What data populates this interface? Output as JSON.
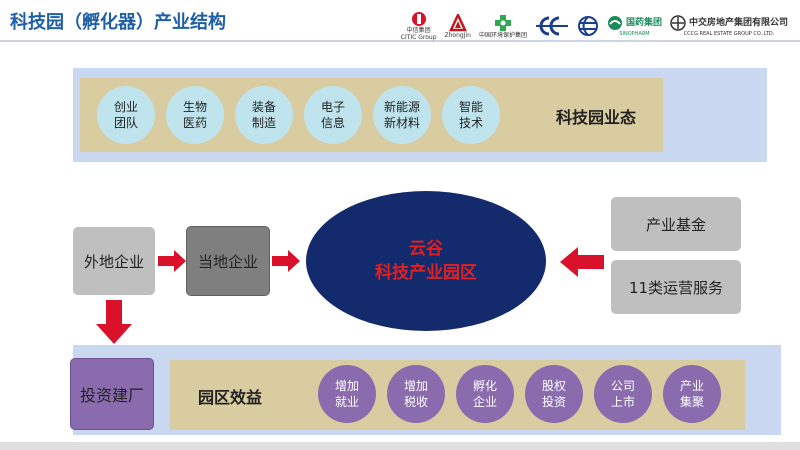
{
  "header": {
    "title": "科技园（孵化器）产业结构"
  },
  "logos": {
    "citic": "中信集团",
    "citic_en": "CITIC Group",
    "zhongjin": "ZhongJin",
    "green_cn": "中国环境保护集团",
    "sinopharm_cn": "国药集团",
    "sinopharm_en": "SINOPHARM",
    "cccg_cn": "中交房地产集团有限公司",
    "cccg_en": "CCCG REAL ESTATE GROUP CO.,LTD."
  },
  "top_section": {
    "label": "科技园业态",
    "items": [
      "创业\n团队",
      "生物\n医药",
      "装备\n制造",
      "电子\n信息",
      "新能源\n新材料",
      "智能\n技术"
    ]
  },
  "flow": {
    "outside_company": "外地企业",
    "local_company": "当地企业",
    "center_line1": "云谷",
    "center_line2": "科技产业园区",
    "industry_fund": "产业基金",
    "services": "11类运营服务",
    "invest_factory": "投资建厂"
  },
  "bottom_section": {
    "label": "园区效益",
    "items": [
      "增加\n就业",
      "增加\n税收",
      "孵化\n企业",
      "股权\n投资",
      "公司\n上市",
      "产业\n集聚"
    ]
  },
  "colors": {
    "title_blue": "#1f5fa8",
    "band_blue": "#c9d7f0",
    "beige": "#d9cca0",
    "circle_light": "#bfe4ee",
    "circle_purple": "#8a6cae",
    "ellipse_navy": "#132a6d",
    "center_text_red": "#e02020",
    "arrow_red": "#d9112a"
  }
}
